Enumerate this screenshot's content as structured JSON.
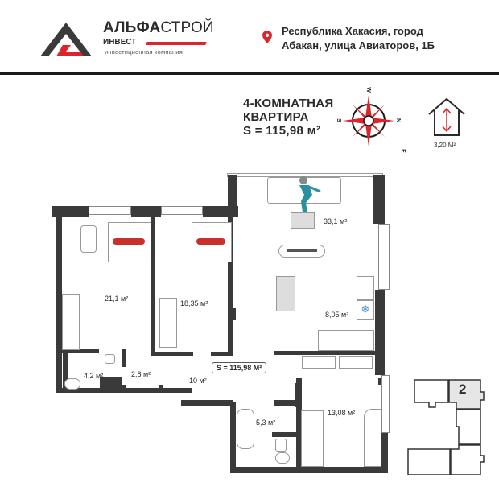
{
  "header": {
    "logo": {
      "brand_bold": "АЛЬФА",
      "brand_light": "СТРОЙ",
      "sub": "ИНВЕСТ",
      "tagline": "инвестиционная компания",
      "colors": {
        "dark": "#2b2b2b",
        "accent": "#d9262c"
      }
    },
    "address": {
      "icon": "location-pin-icon",
      "line1": "Республика Хакасия, город",
      "line2": "Абакан, улица Авиаторов, 1Б"
    }
  },
  "apartment": {
    "title_line1": "4-КОМНАТНАЯ",
    "title_line2": "КВАРТИРА",
    "area_line": "S = 115,98 м²",
    "total_badge": "S = 115,98 М²",
    "ceiling_height": "3,20 М²"
  },
  "compass": {
    "icon": "compass-rose-icon",
    "labels": {
      "top": "W",
      "left": "S",
      "right": "N",
      "bottom": "E"
    }
  },
  "rooms": [
    {
      "name": "living-room",
      "area": "33,1 м²"
    },
    {
      "name": "bedroom-1",
      "area": "21,1 м²"
    },
    {
      "name": "bedroom-2",
      "area": "18,35 м²"
    },
    {
      "name": "kitchen",
      "area": "8,05 м²"
    },
    {
      "name": "bedroom-3",
      "area": "13,08 м²"
    },
    {
      "name": "hallway",
      "area": "10 м²"
    },
    {
      "name": "bathroom-1",
      "area": "4,2 м²"
    },
    {
      "name": "closet",
      "area": "2,8 м²"
    },
    {
      "name": "bathroom-2",
      "area": "5,3 м²"
    }
  ],
  "building_map": {
    "highlighted_section": "2"
  }
}
